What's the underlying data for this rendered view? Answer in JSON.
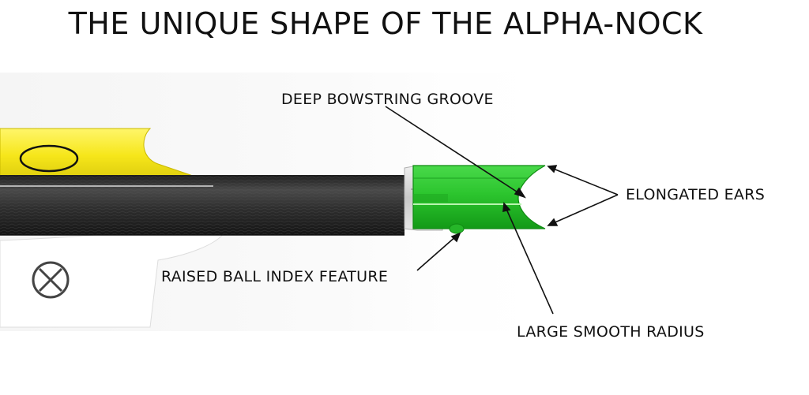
{
  "title": "THE UNIQUE SHAPE OF THE ALPHA-NOCK",
  "callouts": {
    "groove": "DEEP BOWSTRING GROOVE",
    "ears": "ELONGATED EARS",
    "ball": "RAISED BALL INDEX FEATURE",
    "radius": "LARGE SMOOTH RADIUS"
  },
  "colors": {
    "vane": "#ffee22",
    "shaft": "#2e2e2e",
    "nock": "#2ec62e",
    "background": "#ffffff"
  }
}
